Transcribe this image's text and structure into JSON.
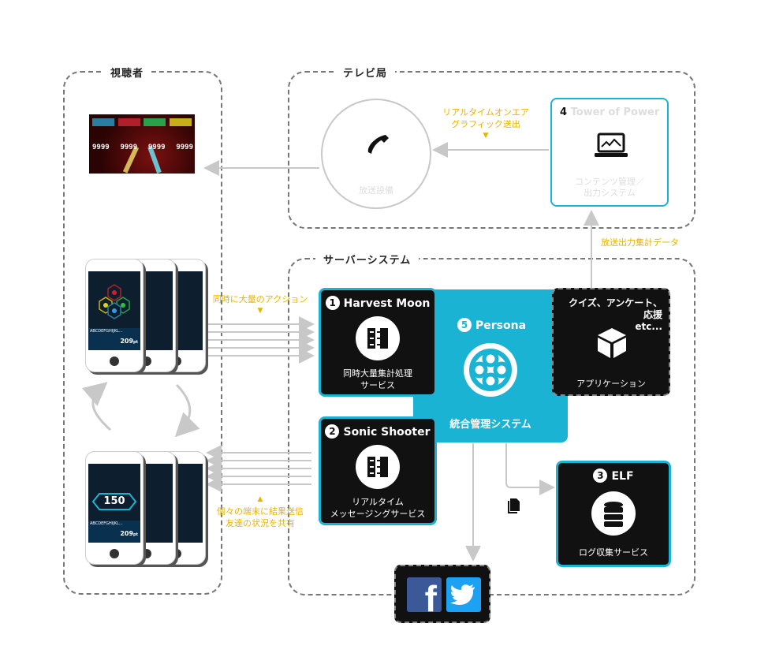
{
  "groups": {
    "viewers": "視聴者",
    "tv_station": "テレビ局",
    "server_system": "サーバーシステム"
  },
  "tv": {
    "broadcast_equipment": "放送設備",
    "tower_num": "4",
    "tower_title": "Tower of Power",
    "tower_sub": "コンテンツ管理／\n出力システム"
  },
  "labels": {
    "realtime_onair": "リアルタイムオンエア\nグラフィック送出",
    "broadcast_data": "放送出力集計データ",
    "bulk_action": "同時に大量のアクション",
    "share_status": "個々の端末に結果送信\n友達の状況を共有"
  },
  "services": {
    "harvest": {
      "num": "1",
      "title": "Harvest Moon",
      "sub": "同時大量集計処理\nサービス"
    },
    "sonic": {
      "num": "2",
      "title": "Sonic Shooter",
      "sub": "リアルタイム\nメッセージングサービス"
    },
    "elf": {
      "num": "3",
      "title": "ELF",
      "sub": "ログ収集サービス"
    },
    "persona": {
      "num": "5",
      "title": "Persona",
      "sub": "統合管理システム"
    },
    "apps": {
      "title": "クイズ、アンケート、応援\netc...",
      "sub": "アプリケーション"
    }
  },
  "screen": {
    "scores": [
      "9999",
      "9999",
      "9999",
      "9999"
    ],
    "phone_big": "150",
    "phone_name": "ABCDEFGHIJKL...",
    "phone_score": "209",
    "phone_unit": "pt"
  },
  "social": {
    "facebook": "f"
  },
  "colors": {
    "accent": "#1bb3d4",
    "yellow": "#e8b400",
    "dark": "#111111"
  }
}
